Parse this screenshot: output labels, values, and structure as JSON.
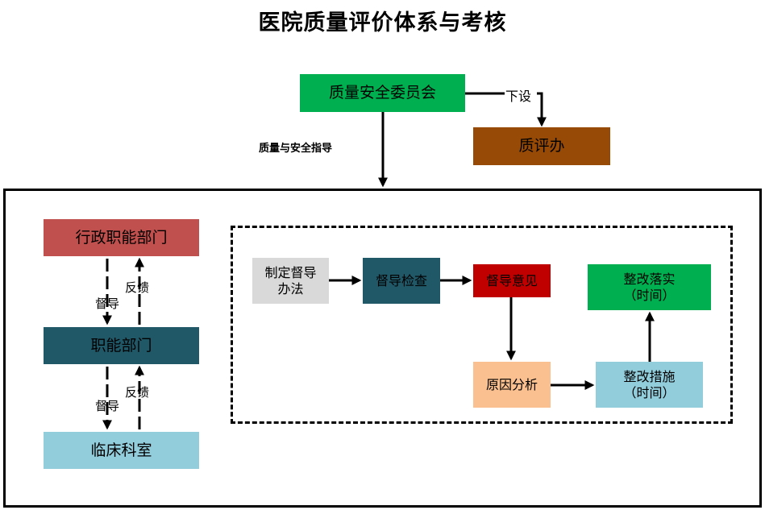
{
  "title": "医院质量评价体系与考核",
  "committee": "质量安全委员会",
  "office": "质评办",
  "xiashe_label": "下设",
  "guidance_label": "质量与安全指导",
  "left": {
    "admin": "行政职能部门",
    "functional": "职能部门",
    "clinical": "临床科室",
    "supervise1": "督导",
    "feedback1": "反馈",
    "supervise2": "督导",
    "feedback2": "反馈"
  },
  "flow": {
    "method_line1": "制定督导",
    "method_line2": "办法",
    "inspection": "督导检查",
    "opinion": "督导意见",
    "cause": "原因分析",
    "measures_line1": "整改措施",
    "measures_line2": "（时间）",
    "implement_line1": "整改落实",
    "implement_line2": "（时间）"
  },
  "colors": {
    "green": "#00b050",
    "brown": "#964a05",
    "red_brown": "#c0504d",
    "teal_dark": "#215868",
    "light_blue": "#92cddc",
    "gray": "#d9d9d9",
    "red": "#c00000",
    "peach": "#fac090"
  }
}
